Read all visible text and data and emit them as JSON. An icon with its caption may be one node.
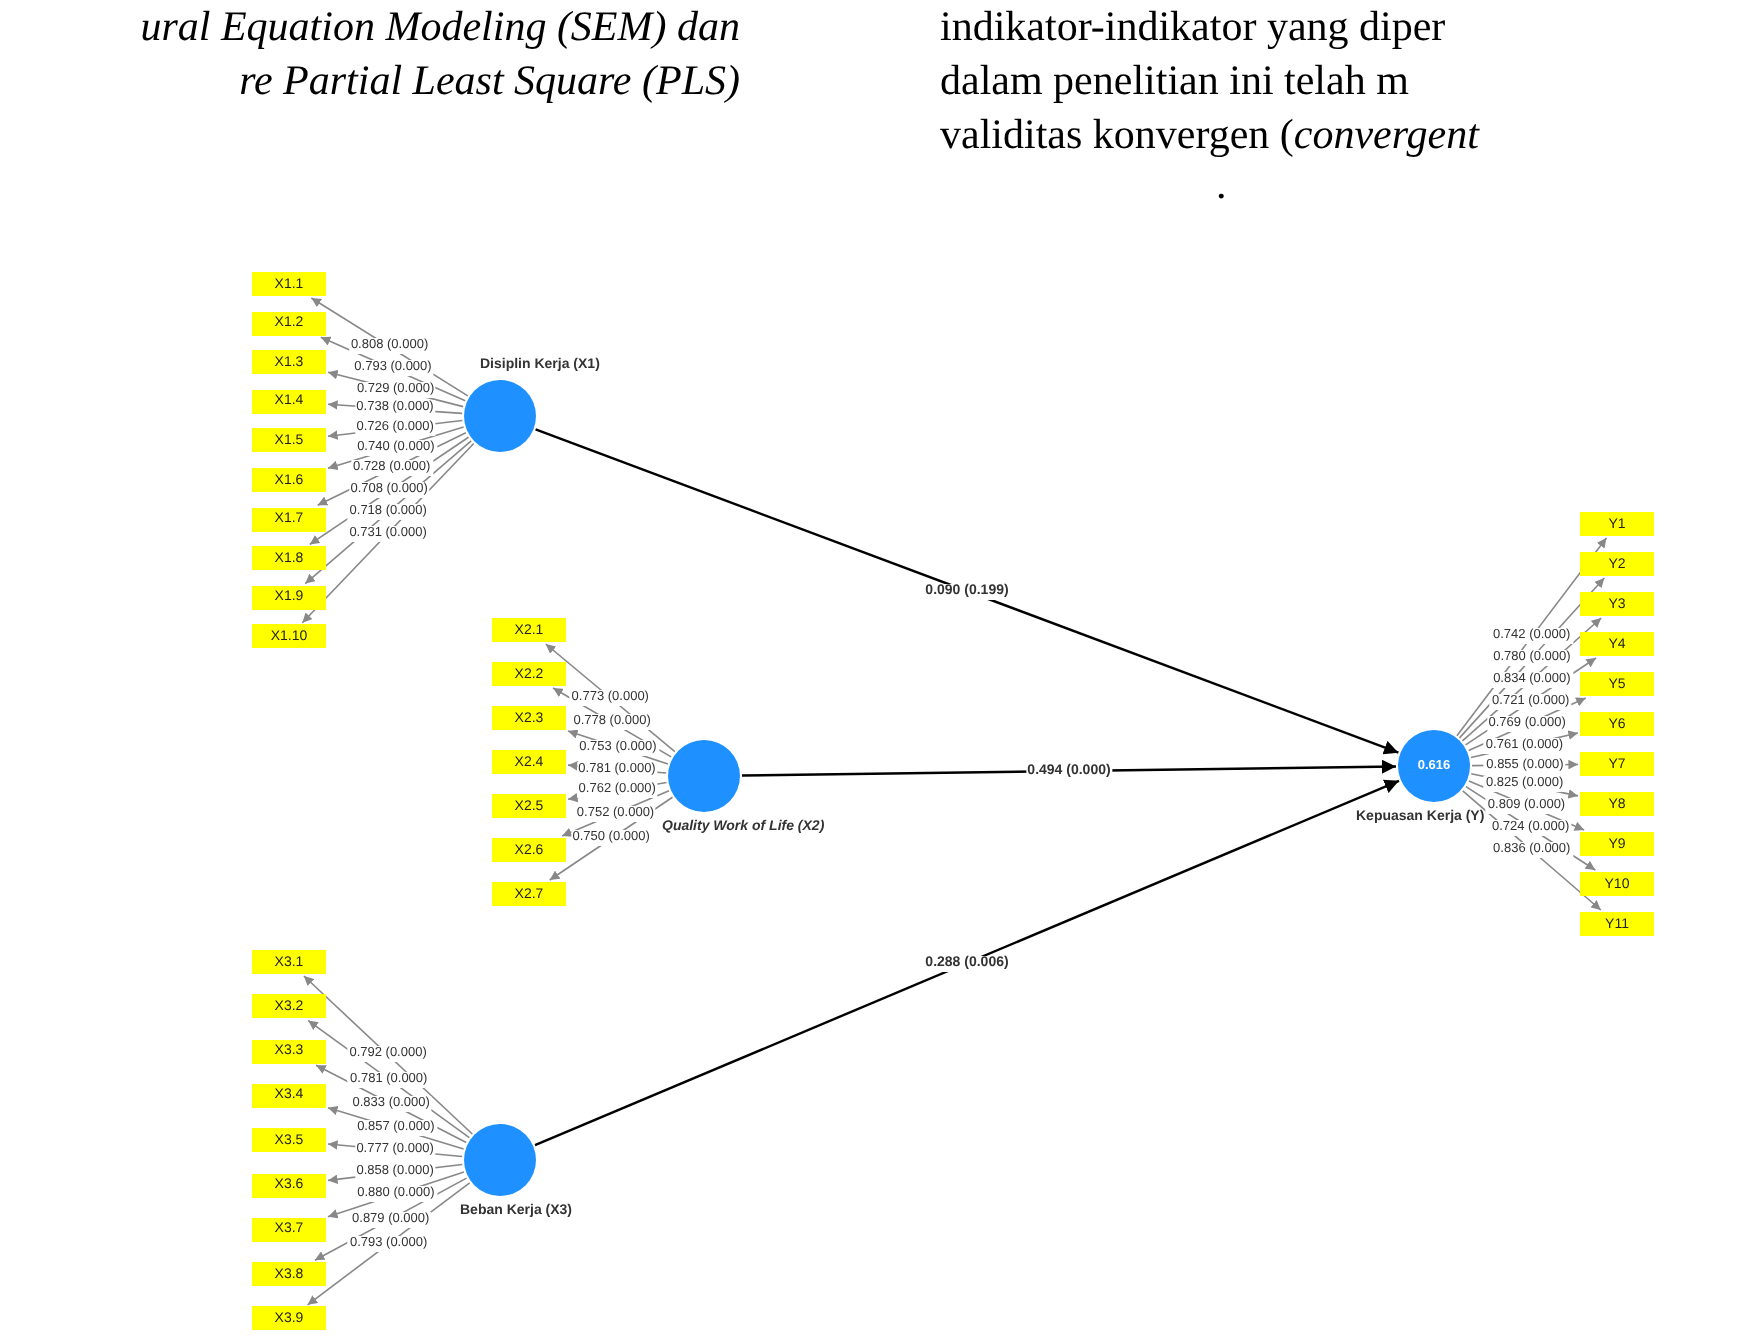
{
  "diagram": {
    "nodes": [
      {
        "text": [
          "Disiplin Kerja (X1)"
        ]
      },
      {
        "text": [
          "X1.1"
        ]
      },
      {
        "text": [
          "X1.2"
        ]
      },
      {
        "text": [
          "X1.3"
        ]
      },
      {
        "text": [
          "X1.4"
        ]
      },
      {
        "text": [
          "X1.5"
        ]
      },
      {
        "text": [
          "X1.6"
        ]
      },
      {
        "text": [
          "X1.7"
        ]
      },
      {
        "text": [
          "X1.8"
        ]
      },
      {
        "text": [
          "X1.9"
        ]
      },
      {
        "text": [
          "X1.10"
        ]
      },
      {
        "text": [
          "Quality Work of Life (X2)"
        ]
      },
      {
        "text": [
          "X2.1"
        ]
      },
      {
        "text": [
          "X2.2"
        ]
      },
      {
        "text": [
          "X2.3"
        ]
      },
      {
        "text": [
          "X2.4"
        ]
      },
      {
        "text": [
          "X2.5"
        ]
      },
      {
        "text": [
          "X2.6"
        ]
      },
      {
        "text": [
          "X2.7"
        ]
      },
      {
        "text": [
          "Beban Kerja (X3)"
        ]
      },
      {
        "text": [
          "X3.1"
        ]
      },
      {
        "text": [
          "X3.2"
        ]
      },
      {
        "text": [
          "X3.3"
        ]
      },
      {
        "text": [
          "X3.4"
        ]
      },
      {
        "text": [
          "X3.5"
        ]
      },
      {
        "text": [
          "X3.6"
        ]
      },
      {
        "text": [
          "X3.7"
        ]
      },
      {
        "text": [
          "X3.8"
        ]
      },
      {
        "text": [
          "X3.9"
        ]
      },
      {
        "text": [
          "0.616",
          "Kepuasan Kerja (Y)"
        ]
      },
      {
        "text": [
          "Y1"
        ]
      },
      {
        "text": [
          "Y2"
        ]
      },
      {
        "text": [
          "Y3"
        ]
      },
      {
        "text": [
          "Y4"
        ]
      },
      {
        "text": [
          "Y5"
        ]
      },
      {
        "text": [
          "Y6"
        ]
      },
      {
        "text": [
          "Y7"
        ]
      },
      {
        "text": [
          "Y8"
        ]
      },
      {
        "text": [
          "Y9"
        ]
      },
      {
        "text": [
          "Y10"
        ]
      },
      {
        "text": [
          "Y11"
        ]
      }
    ],
    "edges": [
      {
        "from": 0,
        "to": 1,
        "arrow": "to",
        "label": "0.808 (0.000)"
      },
      {
        "from": 0,
        "to": 2,
        "arrow": "to",
        "label": "0.793 (0.000)"
      },
      {
        "from": 0,
        "to": 3,
        "arrow": "to",
        "label": "0.729 (0.000)"
      },
      {
        "from": 0,
        "to": 4,
        "arrow": "to",
        "label": "0.738 (0.000)"
      },
      {
        "from": 0,
        "to": 5,
        "arrow": "to",
        "label": "0.726 (0.000)"
      },
      {
        "from": 0,
        "to": 6,
        "arrow": "to",
        "label": "0.740 (0.000)"
      },
      {
        "from": 0,
        "to": 7,
        "arrow": "to",
        "label": "0.728 (0.000)"
      },
      {
        "from": 0,
        "to": 8,
        "arrow": "to",
        "label": "0.708 (0.000)"
      },
      {
        "from": 0,
        "to": 9,
        "arrow": "to",
        "label": "0.718 (0.000)"
      },
      {
        "from": 0,
        "to": 10,
        "arrow": "to",
        "label": "0.731 (0.000)"
      },
      {
        "from": 11,
        "to": 12,
        "arrow": "to",
        "label": "0.773 (0.000)"
      },
      {
        "from": 11,
        "to": 13,
        "arrow": "to",
        "label": "0.778 (0.000)"
      },
      {
        "from": 11,
        "to": 14,
        "arrow": "to",
        "label": "0.753 (0.000)"
      },
      {
        "from": 11,
        "to": 15,
        "arrow": "to",
        "label": "0.781 (0.000)"
      },
      {
        "from": 11,
        "to": 16,
        "arrow": "to",
        "label": "0.762 (0.000)"
      },
      {
        "from": 11,
        "to": 17,
        "arrow": "to",
        "label": "0.752 (0.000)"
      },
      {
        "from": 11,
        "to": 18,
        "arrow": "to",
        "label": "0.750 (0.000)"
      },
      {
        "from": 19,
        "to": 20,
        "arrow": "to",
        "label": "0.792 (0.000)"
      },
      {
        "from": 19,
        "to": 21,
        "arrow": "to",
        "label": "0.781 (0.000)"
      },
      {
        "from": 19,
        "to": 22,
        "arrow": "to",
        "label": "0.833 (0.000)"
      },
      {
        "from": 19,
        "to": 23,
        "arrow": "to",
        "label": "0.857 (0.000)"
      },
      {
        "from": 19,
        "to": 24,
        "arrow": "to",
        "label": "0.777 (0.000)"
      },
      {
        "from": 19,
        "to": 25,
        "arrow": "to",
        "label": "0.858 (0.000)"
      },
      {
        "from": 19,
        "to": 26,
        "arrow": "to",
        "label": "0.880 (0.000)"
      },
      {
        "from": 19,
        "to": 27,
        "arrow": "to",
        "label": "0.879 (0.000)"
      },
      {
        "from": 19,
        "to": 28,
        "arrow": "to",
        "label": "0.793 (0.000)"
      },
      {
        "from": 0,
        "to": 29,
        "arrow": "to",
        "label": "0.090 (0.199)",
        "color": "#000000"
      },
      {
        "from": 11,
        "to": 29,
        "arrow": "to",
        "label": "0.494 (0.000)",
        "color": "#000000"
      },
      {
        "from": 19,
        "to": 29,
        "arrow": "to",
        "label": "0.288 (0.006)",
        "color": "#000000"
      },
      {
        "from": 29,
        "to": 30,
        "arrow": "to",
        "label": "0.742 (0.000)"
      },
      {
        "from": 29,
        "to": 31,
        "arrow": "to",
        "label": "0.780 (0.000)"
      },
      {
        "from": 29,
        "to": 32,
        "arrow": "to",
        "label": "0.834 (0.000)"
      },
      {
        "from": 29,
        "to": 33,
        "arrow": "to",
        "label": "0.721 (0.000)"
      },
      {
        "from": 29,
        "to": 34,
        "arrow": "to",
        "label": "0.769 (0.000)"
      },
      {
        "from": 29,
        "to": 35,
        "arrow": "to",
        "label": "0.761 (0.000)"
      },
      {
        "from": 29,
        "to": 36,
        "arrow": "to",
        "label": "0.855 (0.000)"
      },
      {
        "from": 29,
        "to": 37,
        "arrow": "to",
        "label": "0.825 (0.000)"
      },
      {
        "from": 29,
        "to": 38,
        "arrow": "to",
        "label": "0.809 (0.000)"
      },
      {
        "from": 29,
        "to": 39,
        "arrow": "to",
        "label": "0.724 (0.000)"
      },
      {
        "from": 29,
        "to": 40,
        "arrow": "to",
        "label": "0.836 (0.000)"
      }
    ],
    "labels": [
      "ural Equation Modeling (SEM) dan",
      "indikator-indikator yang diper",
      "re Partial Least Square (PLS)",
      "dalam penelitian ini telah m",
      "validitas konvergen (*convergent*",
      "."
    ]
  }
}
